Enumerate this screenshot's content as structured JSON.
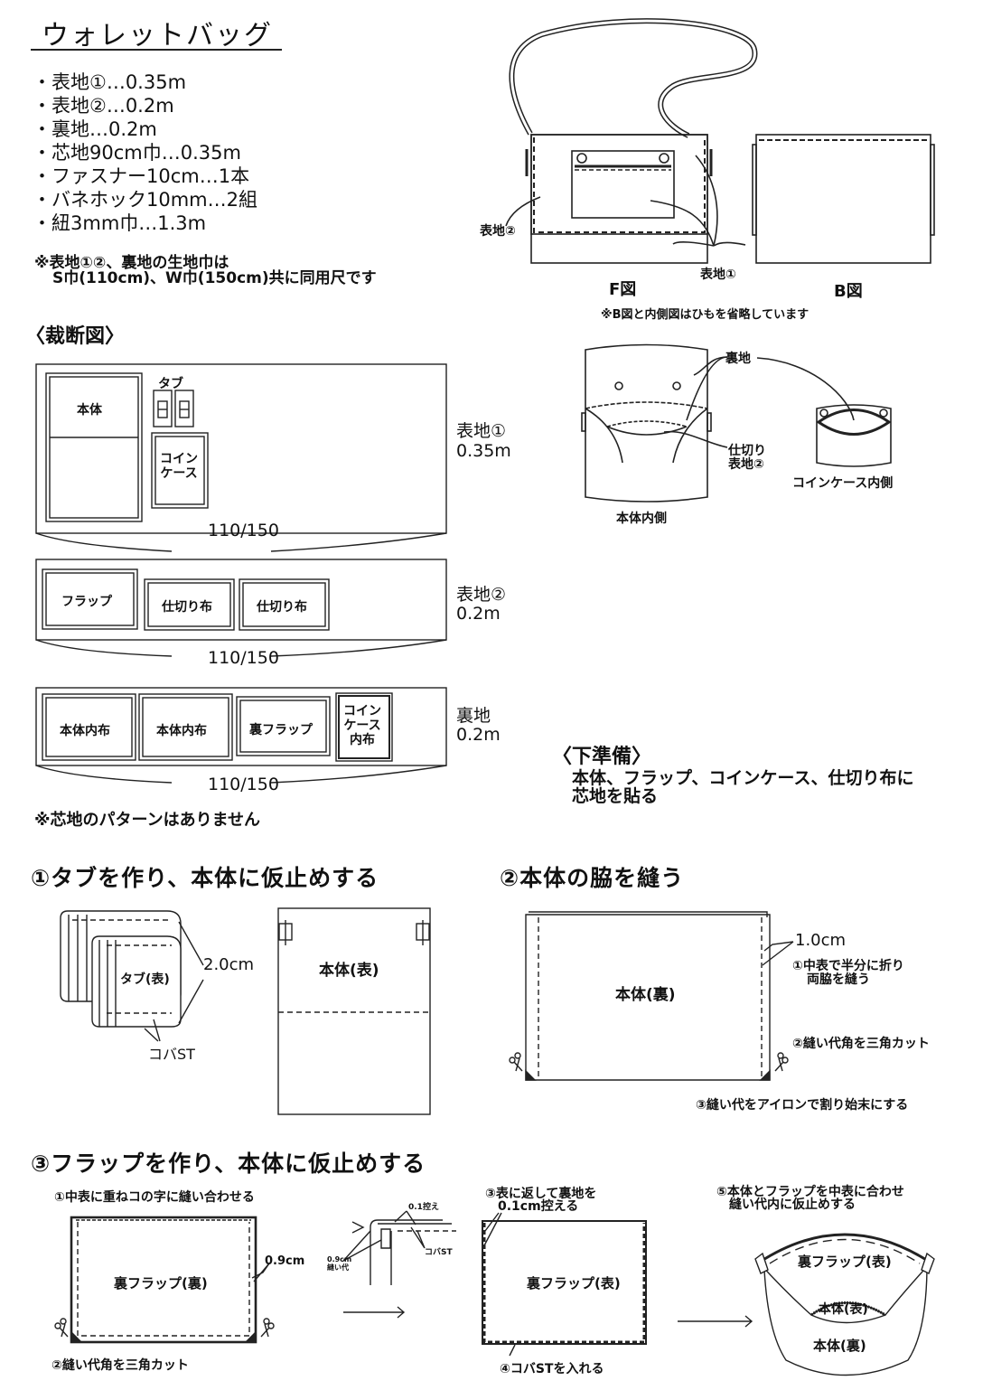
{
  "title": "ウォレットバッグ",
  "materials": [
    "・表地①…0.35m",
    "・表地②…0.2m",
    "・裏地…0.2m",
    "・芯地90cm巾…0.35m",
    "・ファスナー10cm…1本",
    "・バネホック10mm…2組",
    "・紐3mm巾…1.3m"
  ],
  "fabric_note": {
    "line1": "※表地①②、裏地の生地巾は",
    "line2": "S巾(110cm)、W巾(150cm)共に同用尺です"
  },
  "illustration": {
    "label_omote2": "表地②",
    "label_omote1": "表地①",
    "front_caption": "F図",
    "back_caption": "B図",
    "omit_note": "※B図と内側図はひもを省略しています"
  },
  "inside_views": {
    "label_urachi": "裏地",
    "label_shikiri": "仕切り",
    "label_omote2": "表地②",
    "body_inside_caption": "本体内側",
    "coin_inside_caption": "コインケース内側"
  },
  "cutting": {
    "heading": "〈裁断図〉",
    "width_label": "110/150",
    "layouts": [
      {
        "fabric": "表地①",
        "length": "0.35m",
        "pieces": [
          "本体",
          "タブ",
          "コインケース"
        ]
      },
      {
        "fabric": "表地②",
        "length": "0.2m",
        "pieces": [
          "フラップ",
          "仕切り布",
          "仕切り布"
        ]
      },
      {
        "fabric": "裏地",
        "length": "0.2m",
        "pieces": [
          "本体内布",
          "本体内布",
          "裏フラップ",
          "コインケース内布"
        ]
      }
    ],
    "piece_text": {
      "hontai": "本体",
      "tab": "タブ",
      "coin_l1": "コイン",
      "coin_l2": "ケース",
      "coin_lin_l3": "内布",
      "flap": "フラップ",
      "shikiri": "仕切り布",
      "hontai_uchi": "本体内布",
      "ura_flap": "裏フラップ"
    },
    "no_pattern_note": "※芯地のパターンはありません"
  },
  "prep": {
    "heading": "〈下準備〉",
    "line1": "本体、フラップ、コインケース、仕切り布に",
    "line2": "芯地を貼る"
  },
  "steps": [
    {
      "title": "①タブを作り、本体に仮止めする",
      "labels": {
        "tab": "タブ(表)",
        "dim": "2.0cm",
        "edge_stitch": "コバST",
        "body": "本体(表)"
      }
    },
    {
      "title": "②本体の脇を縫う",
      "labels": {
        "body": "本体(裏)",
        "dim": "1.0cm",
        "note1_l1": "①中表で半分に折り",
        "note1_l2": "両脇を縫う",
        "note2": "②縫い代角を三角カット",
        "note3": "③縫い代をアイロンで割り始末にする"
      }
    },
    {
      "title": "③フラップを作り、本体に仮止めする",
      "labels": {
        "sub1": "①中表に重ねコの字に縫い合わせる",
        "flap_back": "裏フラップ(裏)",
        "dim": "0.9cm",
        "sub2": "②縫い代角を三角カット",
        "detail_set_back": "0.1控え",
        "detail_seam_l1": "0.9cm",
        "detail_seam_l2": "縫い代",
        "detail_edge": "コバST",
        "sub3_l1": "③表に返して裏地を",
        "sub3_l2": "0.1cm控える",
        "flap_front": "裏フラップ(表)",
        "sub4": "④コバSTを入れる",
        "sub5_l1": "⑤本体とフラップを中表に合わせ",
        "sub5_l2": "縫い代内に仮止めする",
        "assembled_flap": "裏フラップ(表)",
        "assembled_body_front": "本体(表)",
        "assembled_body_back": "本体(裏)"
      }
    }
  ]
}
